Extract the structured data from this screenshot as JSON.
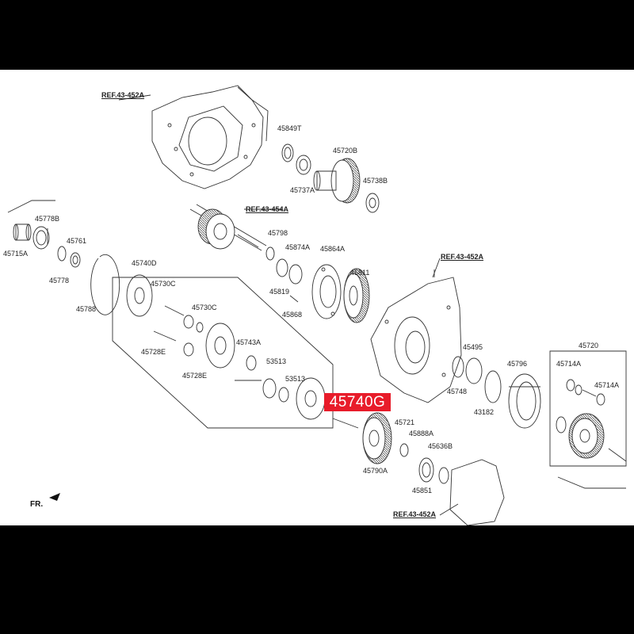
{
  "highlight": {
    "label": "45740G",
    "color": "#e81c2a"
  },
  "front_marker": "FR.",
  "refs": {
    "ref_top": "REF.43-452A",
    "ref_shaft": "REF.43-454A",
    "ref_right": "REF.43-452A",
    "ref_bottom": "REF.43-452A"
  },
  "parts": {
    "p45849T": "45849T",
    "p45720B": "45720B",
    "p45737A": "45737A",
    "p45738B": "45738B",
    "p45778B": "45778B",
    "p45715A": "45715A",
    "p45761": "45761",
    "p45778": "45778",
    "p45788": "45788",
    "p45798": "45798",
    "p45874A": "45874A",
    "p45864A": "45864A",
    "p45819": "45819",
    "p45811": "45811",
    "p45868": "45868",
    "p45740D": "45740D",
    "p45730C_a": "45730C",
    "p45730C_b": "45730C",
    "p45743A": "45743A",
    "p45728E_a": "45728E",
    "p45728E_b": "45728E",
    "p53513_a": "53513",
    "p53513_b": "53513",
    "p45721": "45721",
    "p45888A": "45888A",
    "p45636B": "45636B",
    "p45790A": "45790A",
    "p45851": "45851",
    "p45495": "45495",
    "p45748": "45748",
    "p45796": "45796",
    "p43182": "43182",
    "p45720": "45720",
    "p45714A_a": "45714A",
    "p45714A_b": "45714A"
  }
}
